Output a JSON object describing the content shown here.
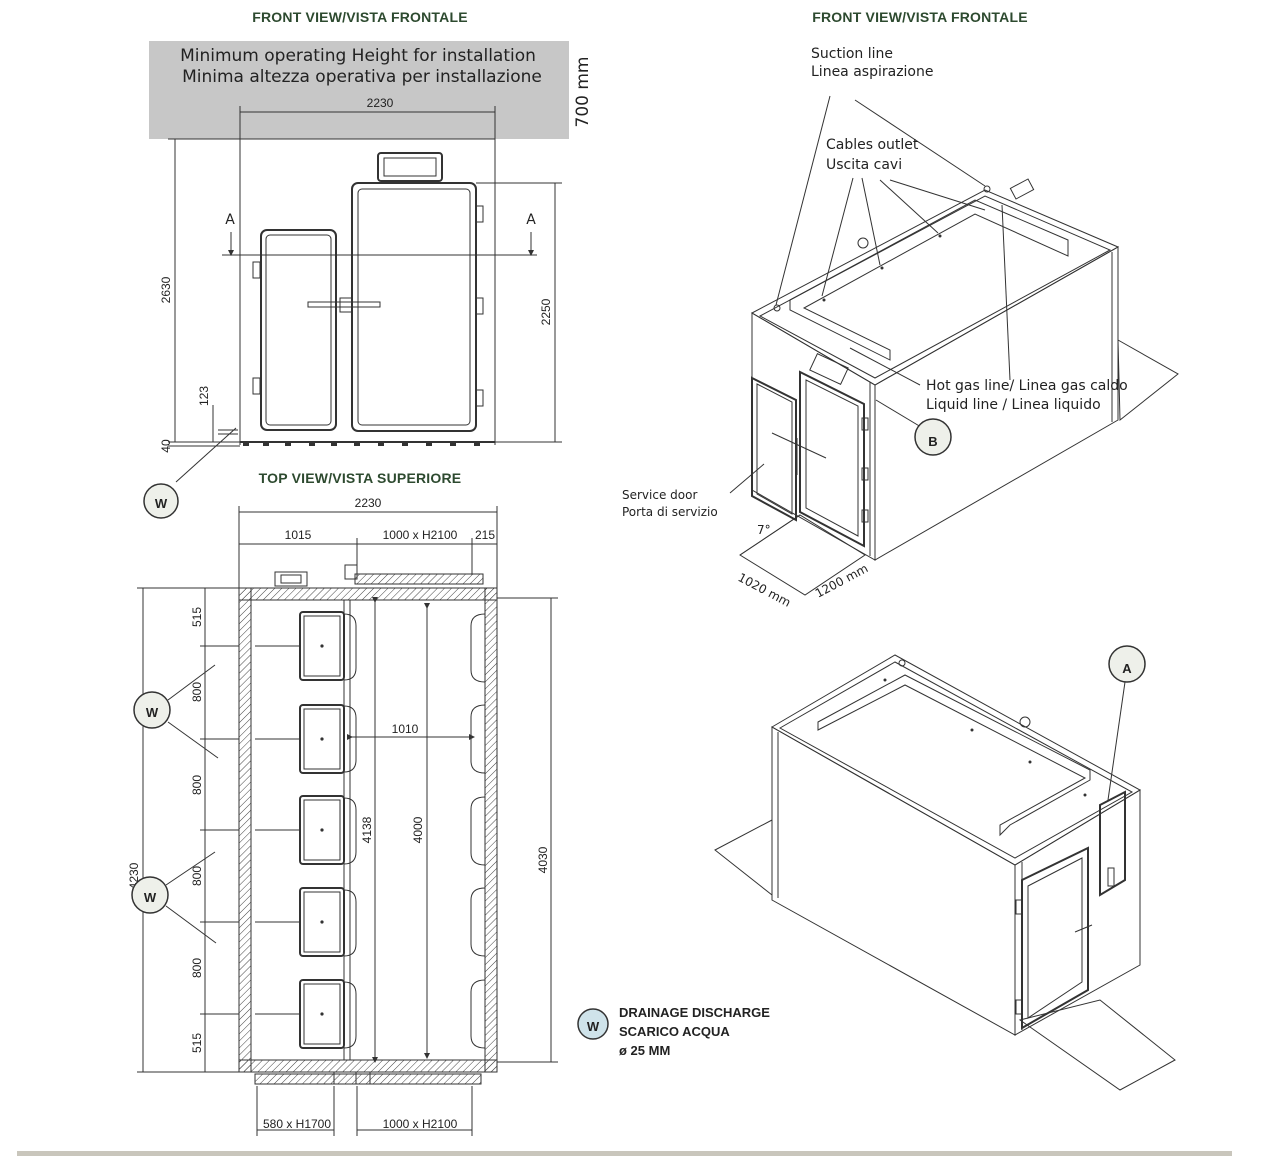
{
  "headings": {
    "front_view_left": "FRONT VIEW/VISTA FRONTALE",
    "top_view": "TOP VIEW/VISTA SUPERIORE",
    "front_view_right": "FRONT VIEW/VISTA FRONTALE"
  },
  "operating_height": {
    "line1": "Minimum operating Height for installation",
    "line2": "Minima altezza operativa per installazione",
    "value": "700 mm"
  },
  "front_dims": {
    "width": "2230",
    "height_total": "2630",
    "height_door": "2250",
    "foot": "123",
    "base": "40",
    "section_a": "A"
  },
  "top_dims": {
    "width": "2230",
    "left_part": "1015",
    "door_width": "1000 x H2100",
    "right_part": "215",
    "segments": [
      "515",
      "800",
      "800",
      "800",
      "800",
      "515"
    ],
    "total_side": "4230",
    "inner_width": "1010",
    "inner_depth_a": "4138",
    "inner_depth_b": "4000",
    "outer_depth": "4030",
    "bottom_left_door": "580 x H1700",
    "bottom_right_door": "1000 x H2100"
  },
  "iso_labels": {
    "suction_1": "Suction line",
    "suction_2": "Linea aspirazione",
    "cables_1": "Cables outlet",
    "cables_2": "Uscita cavi",
    "hotgas": "Hot gas line/ Linea gas caldo",
    "liquid": "Liquid line / Linea liquido",
    "service_1": "Service door",
    "service_2": "Porta di servizio",
    "angle": "7°",
    "dim_1020": "1020 mm",
    "dim_1200": "1200 mm",
    "marker_b": "B",
    "marker_a": "A"
  },
  "legend": {
    "marker": "W",
    "line1": "DRAINAGE DISCHARGE",
    "line2": "SCARICO ACQUA",
    "line3": "ø 25 MM"
  },
  "colors": {
    "heading": "#2d4a2f",
    "gray_band": "#c7c7c7",
    "legend_circle": "#cfe3ea",
    "footer_bar": "#c9c6bc"
  }
}
